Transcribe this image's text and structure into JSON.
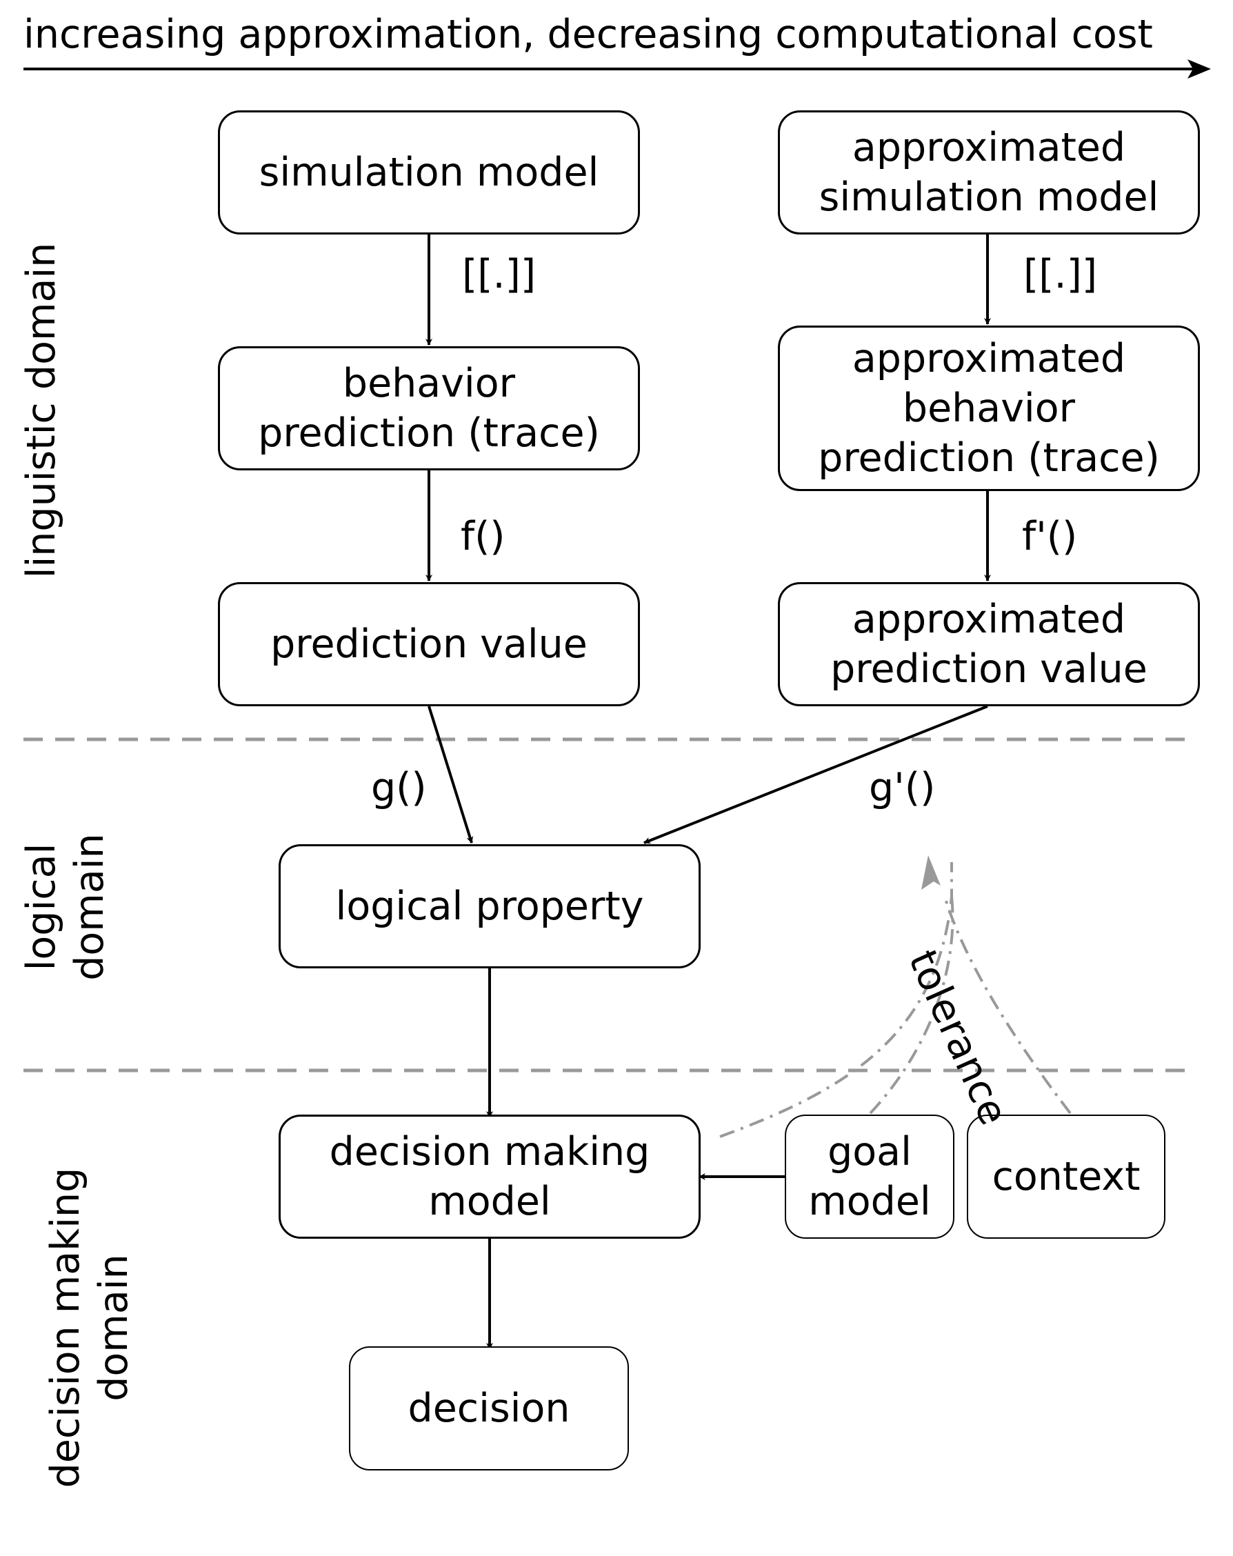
{
  "header": {
    "axis_label": "increasing approximation, decreasing computational cost"
  },
  "domains": {
    "linguistic": "linguistic domain",
    "logical": "logical domain",
    "decision": "decision making\ndomain"
  },
  "nodes": {
    "simulation_model": "simulation model",
    "behavior_prediction": "behavior\nprediction (trace)",
    "prediction_value": "prediction value",
    "approx_simulation_model": "approximated\nsimulation model",
    "approx_behavior_prediction": "approximated\nbehavior\nprediction (trace)",
    "approx_prediction_value": "approximated\nprediction value",
    "logical_property": "logical property",
    "decision_making_model": "decision making\nmodel",
    "goal_model": "goal\nmodel",
    "context": "context",
    "decision": "decision"
  },
  "edge_labels": {
    "semantics_left": "[[.]]",
    "semantics_right": "[[.]]",
    "f": "f()",
    "f_prime": "f'()",
    "g": "g()",
    "g_prime": "g'()",
    "tolerance": "tolerance"
  },
  "colors": {
    "line": "#000000",
    "dashed": "#999999"
  }
}
